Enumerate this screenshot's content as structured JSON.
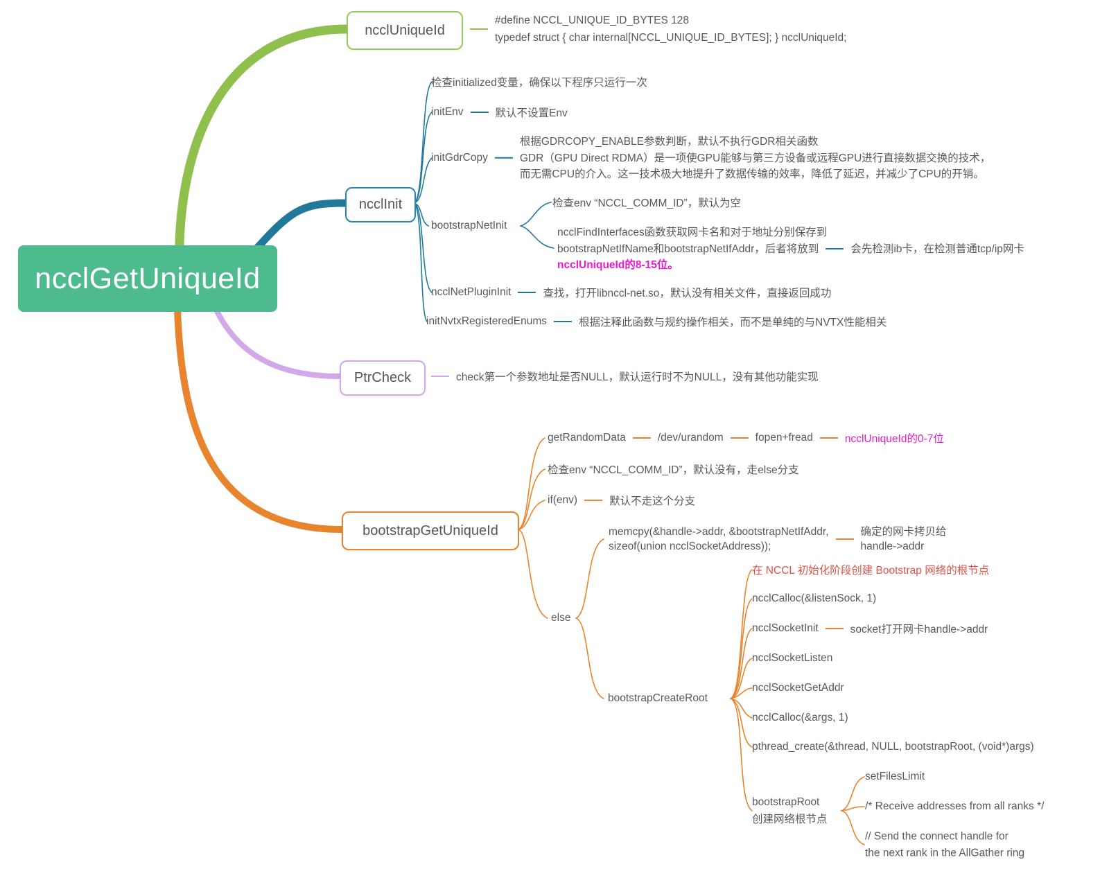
{
  "root": {
    "label": "ncclGetUniqueId"
  },
  "colors": {
    "root_fill": "#4dbb8d",
    "branch_green": "#8fbf4d",
    "branch_teal": "#20799b",
    "branch_lavender": "#d2a8ea",
    "branch_orange": "#e8842d",
    "text_gray": "#595959",
    "highlight_magenta": "#ea1ad2",
    "highlight_red": "#e05349"
  },
  "branches": {
    "ncclUniqueId": {
      "label": "ncclUniqueId",
      "define_line": "#define NCCL_UNIQUE_ID_BYTES 128",
      "typedef_line": "typedef struct { char internal[NCCL_UNIQUE_ID_BYTES]; } ncclUniqueId;"
    },
    "ncclInit": {
      "label": "ncclInit",
      "check_initialized": "检查initialized变量，确保以下程序只运行一次",
      "initEnv_label": "initEnv",
      "initEnv_note": "默认不设置Env",
      "initGdrCopy_label": "initGdrCopy",
      "initGdrCopy_line1": "根据GDRCOPY_ENABLE参数判断，默认不执行GDR相关函数",
      "initGdrCopy_line2": "GDR（GPU Direct RDMA）是一项使GPU能够与第三方设备或远程GPU进行直接数据交换的技术，",
      "initGdrCopy_line3": "而无需CPU的介入。这一技术极大地提升了数据传输的效率，降低了延迟，并减少了CPU的开销。",
      "bootstrapNetInit_label": "bootstrapNetInit",
      "bootstrapNetInit_check_env": "检查env “NCCL_COMM_ID”，默认为空",
      "bootstrapNetInit_find_line1": "ncclFindInterfaces函数获取网卡名和对于地址分别保存到",
      "bootstrapNetInit_find_line2": "bootstrapNetIfName和bootstrapNetIfAddr，后者将放到",
      "bootstrapNetInit_find_line3": "ncclUniqueId的8-15位。",
      "bootstrapNetInit_detect_note": "会先检测ib卡，在检测普通tcp/ip网卡",
      "ncclNetPluginInit_label": "ncclNetPluginInit",
      "ncclNetPluginInit_note": "查找，打开libnccl-net.so，默认没有相关文件，直接返回成功",
      "initNvtx_label": "initNvtxRegisteredEnums",
      "initNvtx_note": "根据注释此函数与规约操作相关，而不是单纯的与NVTX性能相关"
    },
    "ptrCheck": {
      "label": "PtrCheck",
      "note": "check第一个参数地址是否NULL，默认运行时不为NULL，没有其他功能实现"
    },
    "bootstrapGetUniqueId": {
      "label": "bootstrapGetUniqueId",
      "getRandomData_label": "getRandomData",
      "getRandomData_note1": "/dev/urandom",
      "getRandomData_note2": "fopen+fread",
      "getRandomData_note3": "ncclUniqueId的0-7位",
      "check_env": "检查env “NCCL_COMM_ID”，默认没有，走else分支",
      "if_env_label": "if(env)",
      "if_env_note": "默认不走这个分支",
      "else_label": "else",
      "memcpy_line1": "memcpy(&handle->addr, &bootstrapNetIfAddr,",
      "memcpy_line2": "sizeof(union ncclSocketAddress));",
      "memcpy_note_line1": "确定的网卡拷贝给",
      "memcpy_note_line2": "handle->addr",
      "createRoot_label": "bootstrapCreateRoot",
      "createRoot_red_note": "在 NCCL 初始化阶段创建 Bootstrap 网络的根节点",
      "calloc_listen": "ncclCalloc(&listenSock, 1)",
      "socketInit_label": "ncclSocketInit",
      "socketInit_note": "socket打开网卡handle->addr",
      "socketListen": "ncclSocketListen",
      "socketGetAddr": "ncclSocketGetAddr",
      "calloc_args": "ncclCalloc(&args, 1)",
      "pthread_create": "pthread_create(&thread, NULL, bootstrapRoot, (void*)args)",
      "bootstrapRoot_label_line1": "bootstrapRoot",
      "bootstrapRoot_label_line2": "创建网络根节点",
      "setFilesLimit": "setFilesLimit",
      "receive_comment": "/* Receive addresses from all ranks */",
      "send_comment_line1": "// Send the connect handle for",
      "send_comment_line2": "the next rank in the AllGather ring"
    }
  }
}
